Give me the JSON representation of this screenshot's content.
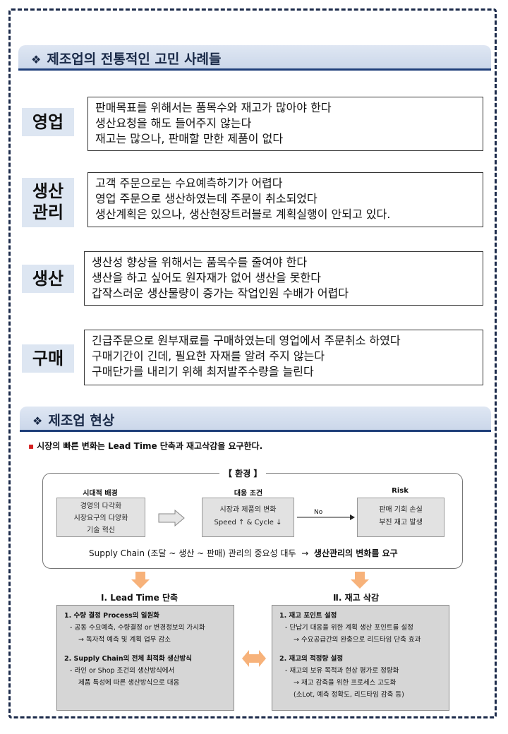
{
  "section1": {
    "title": "제조업의 전통적인 고민 사례들"
  },
  "categories": [
    {
      "label_lines": [
        "영업"
      ],
      "lines": [
        "판매목표를 위해서는 품목수와 재고가 많아야 한다",
        "생산요청을 해도 들어주지 않는다",
        "재고는 많으나, 판매할 만한 제품이 없다"
      ]
    },
    {
      "label_lines": [
        "생산",
        "관리"
      ],
      "lines": [
        "고객 주문으로는 수요예측하기가  어렵다",
        "영업 주문으로 생산하였는데 주문이 취소되었다",
        "생산계획은 있으나, 생산현장트러블로 계획실행이 안되고 있다."
      ]
    },
    {
      "label_lines": [
        "생산"
      ],
      "lines": [
        "생산성 향상을 위해서는 품목수를 줄여야 한다",
        "생산을 하고 싶어도 원자재가 없어 생산을 못한다",
        "갑작스러운 생산물량이 증가는 작업인원 수배가 어렵다"
      ]
    },
    {
      "label_lines": [
        "구매"
      ],
      "lines": [
        "긴급주문으로 원부재료를 구매하였는데 영업에서 주문취소 하였다",
        "구매기간이 긴데, 필요한 자재를 알려 주지 않는다",
        "구매단가를 내리기 위해 최저발주수량을 늘린다"
      ]
    }
  ],
  "section2": {
    "title": "제조업 현상"
  },
  "bullet": "시장의 빠른 변화는 Lead Time 단축과 재고삭감을 요구한다.",
  "env": {
    "title": "【 환경 】",
    "col1": {
      "head": "시대적 배경",
      "lines": [
        "경영의 다각화",
        "시장요구의 다양화",
        "기술 혁신"
      ]
    },
    "col2": {
      "head": "대응 조건",
      "lines": [
        "시장과 제품의 변화",
        "Speed ↑ & Cycle ↓"
      ]
    },
    "no_label": "No",
    "col3": {
      "head": "Risk",
      "lines": [
        "판매 기회 손실",
        "부진 재고 발생"
      ]
    },
    "supply_text": "Supply Chain (조달 ~ 생산 ~ 판매) 관리의 중요성 대두",
    "supply_arrow": "→",
    "supply_strong": "생산관리의 변화를 요구"
  },
  "left_panel": {
    "head": "Ⅰ. Lead Time 단축",
    "items": [
      {
        "h": "1. 수량 결정 Process의 일원화",
        "i1": "- 공동 수요예측, 수량결정 or 변경정보의 가시화",
        "i2": "→ 독자적 예측 및 계획 업무 감소"
      },
      {
        "h": "2. Supply Chain의 전체 최적화 생산방식",
        "i1": "- 라인 or Shop 조건의 생산방식에서",
        "i2": "제품 특성에 따른 생산방식으로 대응"
      }
    ]
  },
  "right_panel": {
    "head": "Ⅱ. 재고 삭감",
    "items": [
      {
        "h": "1. 재고 포인트 설정",
        "i1": "- 단납기 대응을 위한 계획 생산 포인트를 설정",
        "i2": "→ 수요공급간의 완충으로 리드타임 단축 효과"
      },
      {
        "h": "2. 재고의 적정량 설정",
        "i1": "- 재고의 보유 목적과 현상 평가로 정량화",
        "i2": "→ 재고 감축을 위한 프로세스 고도화",
        "i3": "(소Lot, 예측 정확도, 리드타임 감축 등)"
      }
    ]
  },
  "colors": {
    "accent": "#1f3f7a",
    "header_bg": "#cbd7ea",
    "arrow_orange": "#f7b27a",
    "bullet_red": "#d42020"
  }
}
